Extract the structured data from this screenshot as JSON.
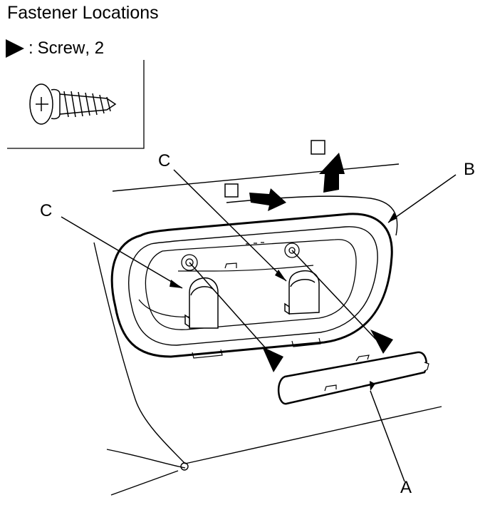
{
  "header": {
    "title": "Fastener Locations"
  },
  "legend": {
    "separator": ":",
    "fastener_name": "Screw",
    "quantity": "2",
    "icon": "triangle-marker-icon"
  },
  "callouts": {
    "a": "A",
    "b": "B",
    "c_left": "C",
    "c_center": "C"
  }
}
